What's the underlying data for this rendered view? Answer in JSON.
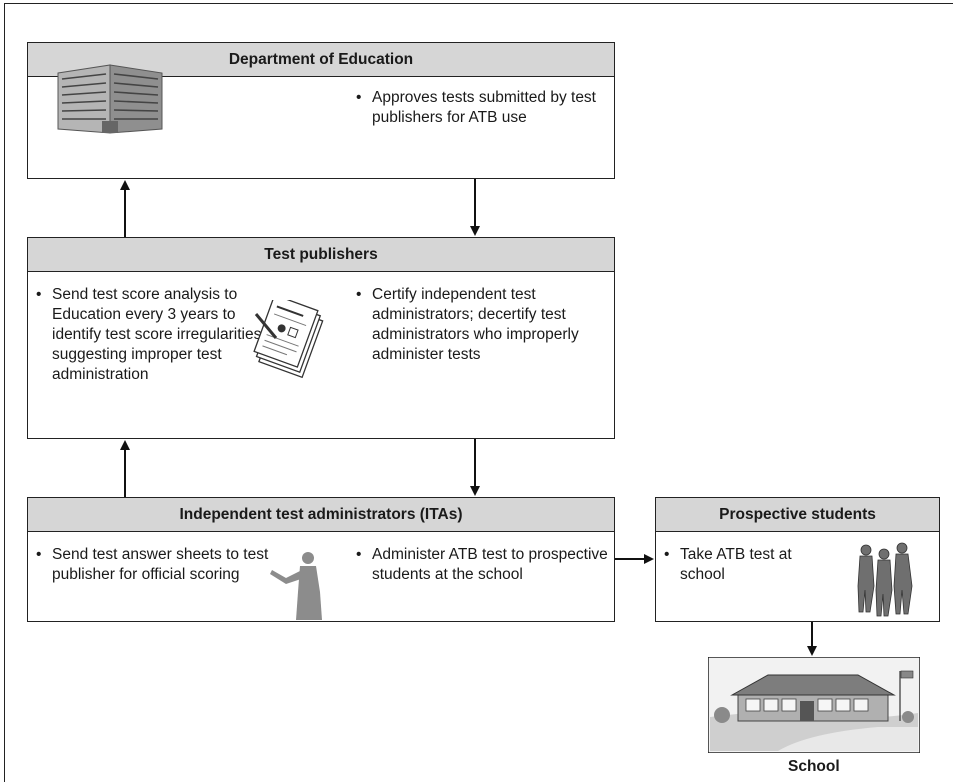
{
  "boxes": {
    "department": {
      "title": "Department of Education",
      "bullets": [
        "Approves tests submitted by test publishers for ATB use"
      ],
      "icon": "office-building-icon"
    },
    "publishers": {
      "title": "Test publishers",
      "bullets": [
        "Send test score analysis to Education every 3 years to identify test score irregularities suggesting improper test administration",
        "Certify independent test administrators; decertify test administrators who improperly administer tests"
      ],
      "icon": "test-documents-icon"
    },
    "itas": {
      "title": "Independent test administrators (ITAs)",
      "bullets": [
        "Send test answer sheets to test publisher for official scoring",
        "Administer ATB test to prospective students at the school"
      ],
      "icon": "instructor-silhouette-icon"
    },
    "students": {
      "title": "Prospective students",
      "bullets": [
        "Take ATB test at school"
      ],
      "icon": "students-silhouette-icon"
    }
  },
  "school": {
    "label": "School",
    "icon": "school-building-icon"
  },
  "colors": {
    "header_fill": "#d6d6d6",
    "line": "#222222",
    "icon_gray": "#8c8c8c"
  }
}
